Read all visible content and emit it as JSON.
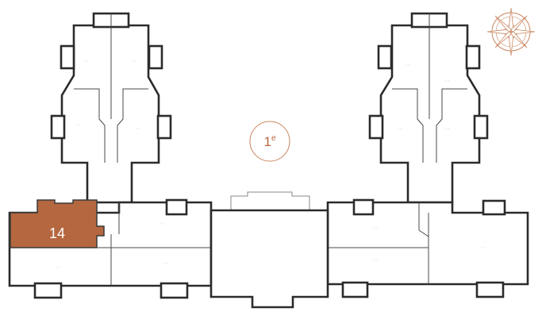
{
  "floor": {
    "number": "1",
    "suffix": "e"
  },
  "selected_unit": {
    "label": "14"
  },
  "colors": {
    "accent": "#b5673f",
    "compass": "#c98660",
    "walls": "#2b2b2b"
  },
  "icons": {
    "compass": "compass-rose-icon"
  }
}
